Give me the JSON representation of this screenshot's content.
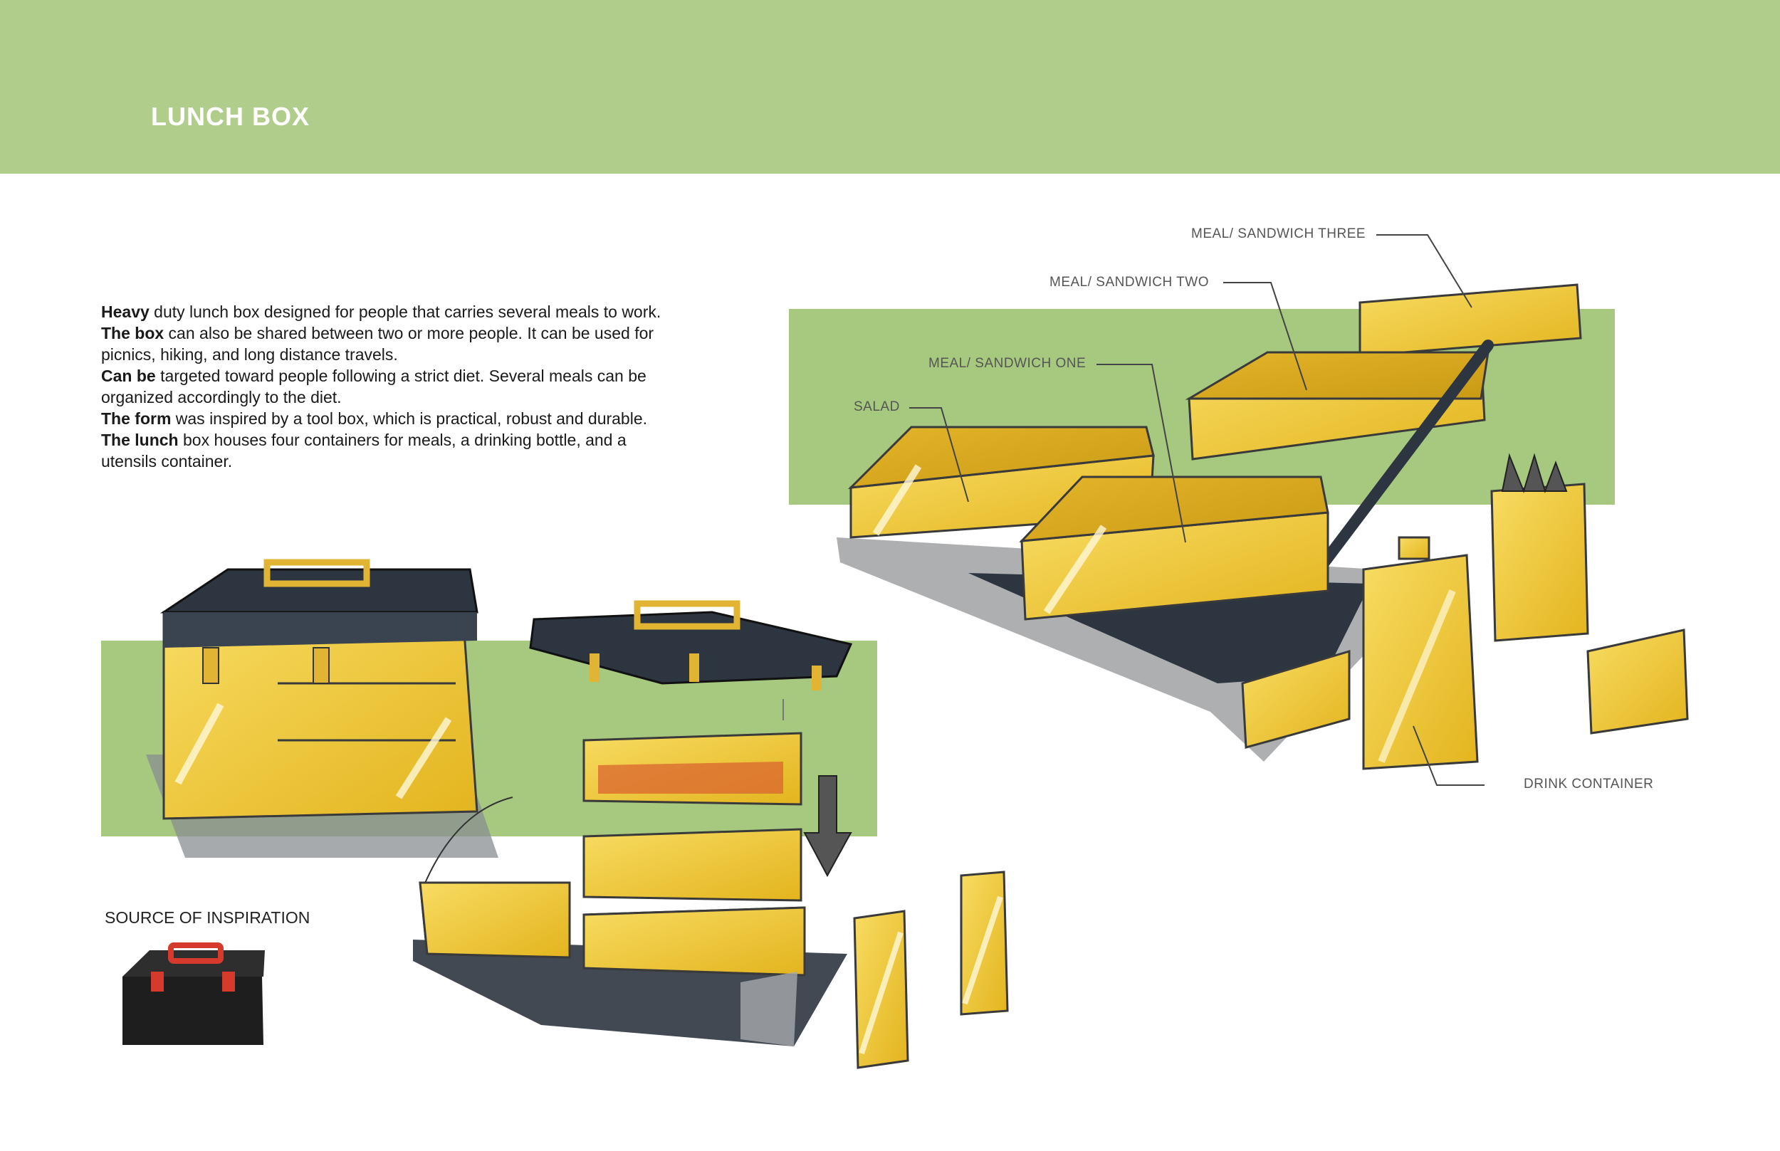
{
  "header": {
    "title": "LUNCH BOX",
    "color": "#b0cd8b"
  },
  "description": [
    {
      "lead": "Heavy",
      "text": " duty lunch box designed for people that carries several meals to work."
    },
    {
      "lead": "The box",
      "text": " can also be shared between two or more people. It can be used for picnics, hiking, and long distance travels."
    },
    {
      "lead": "Can be",
      "text": " targeted toward people following a strict diet. Several meals can be organized accordingly to the diet."
    },
    {
      "lead": "The form",
      "text": " was inspired by a tool box, which is practical, robust and durable."
    },
    {
      "lead": "The lunch",
      "text": " box houses four containers for meals, a drinking bottle, and a utensils container."
    }
  ],
  "labels": {
    "meal_three": "MEAL/ SANDWICH  THREE",
    "meal_two": "MEAL/ SANDWICH  TWO",
    "meal_one": "MEAL/ SANDWICH  ONE",
    "salad": "SALAD",
    "drink": "DRINK CONTAINER"
  },
  "inspiration": {
    "label": "SOURCE OF INSPIRATION"
  },
  "colors": {
    "box_yellow": "#f2c733",
    "box_dark": "#2d3540",
    "backdrop_green": "#a6c97f",
    "toolbox_red": "#d63a2c"
  }
}
